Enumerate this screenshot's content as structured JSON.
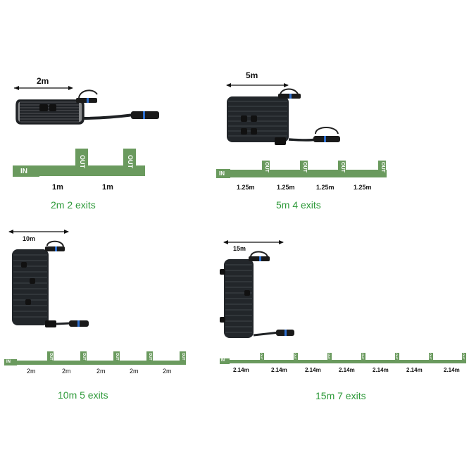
{
  "colors": {
    "strip": "#6a9a5e",
    "caption": "#2e9a3a",
    "cable": "#1e2124",
    "connector_ring": "#2d6fd0"
  },
  "panels": [
    {
      "length_label": "2m",
      "in_label": "IN",
      "out_label": "OUT",
      "segments": [
        "1m",
        "1m"
      ],
      "caption": "2m 2 exits"
    },
    {
      "length_label": "5m",
      "in_label": "IN",
      "out_label": "OUT",
      "segments": [
        "1.25m",
        "1.25m",
        "1.25m",
        "1.25m"
      ],
      "caption": "5m 4 exits"
    },
    {
      "length_label": "10m",
      "in_label": "IN",
      "out_label": "OUT",
      "segments": [
        "2m",
        "2m",
        "2m",
        "2m",
        "2m"
      ],
      "caption": "10m 5 exits"
    },
    {
      "length_label": "15m",
      "in_label": "IN",
      "out_label": "OUT",
      "segments": [
        "2.14m",
        "2.14m",
        "2.14m",
        "2.14m",
        "2.14m",
        "2.14m",
        "2.14m"
      ],
      "caption": "15m 7 exits"
    }
  ]
}
